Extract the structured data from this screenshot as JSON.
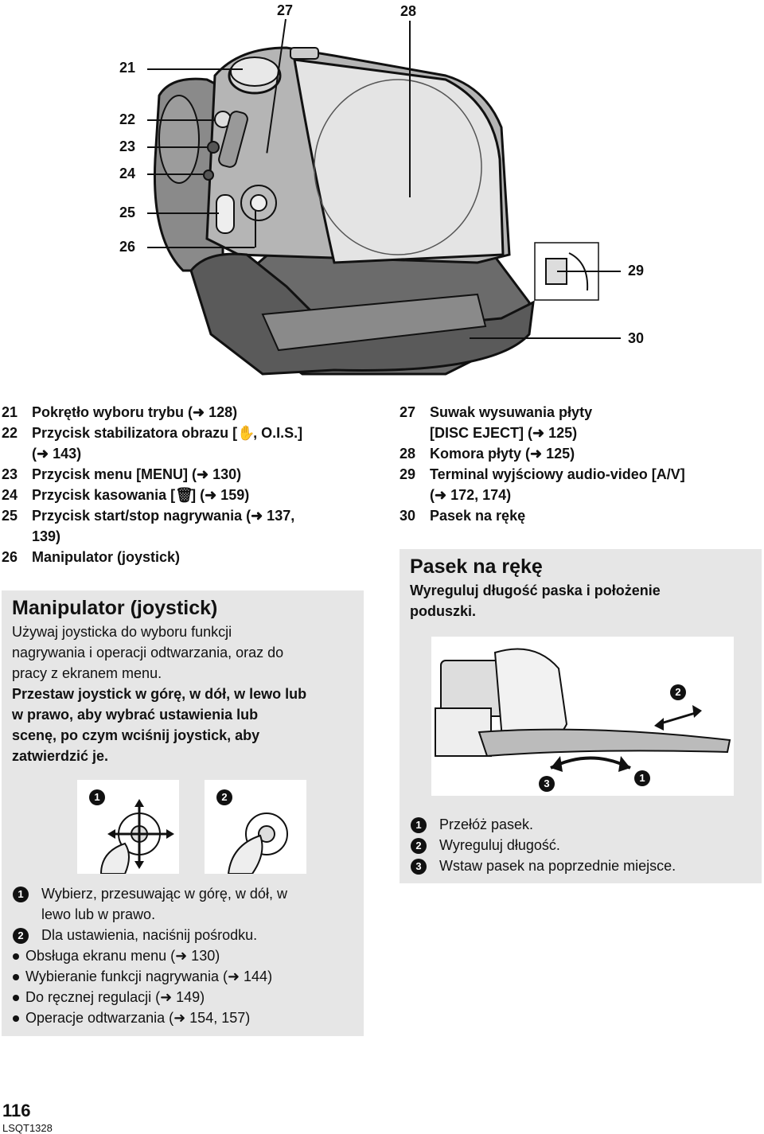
{
  "callouts": {
    "c21": "21",
    "c22": "22",
    "c23": "23",
    "c24": "24",
    "c25": "25",
    "c26": "26",
    "c27": "27",
    "c28": "28",
    "c29": "29",
    "c30": "30"
  },
  "left_list": [
    {
      "num": "21",
      "text": "Pokrętło wyboru trybu (➜ 128)"
    },
    {
      "num": "22",
      "text": "Przycisk stabilizatora obrazu [",
      "text_after": ", O.I.S.]",
      "cont": "(➜ 143)"
    },
    {
      "num": "23",
      "text": "Przycisk menu [MENU] (➜ 130)"
    },
    {
      "num": "24",
      "text": "Przycisk kasowania [",
      "text_after": "] (➜ 159)"
    },
    {
      "num": "25",
      "text": "Przycisk start/stop nagrywania (➜ 137,",
      "cont": "139)"
    },
    {
      "num": "26",
      "text": "Manipulator (joystick)"
    }
  ],
  "right_list": [
    {
      "num": "27",
      "text": "Suwak wysuwania płyty",
      "cont": "[DISC EJECT] (➜ 125)"
    },
    {
      "num": "28",
      "text": "Komora płyty (➜ 125)"
    },
    {
      "num": "29",
      "text": "Terminal wyjściowy audio-video [A/V]",
      "cont": "(➜ 172, 174)"
    },
    {
      "num": "30",
      "text": "Pasek na rękę"
    }
  ],
  "joystick_box": {
    "title": "Manipulator (joystick)",
    "para1": [
      "Używaj joysticka do wyboru funkcji",
      "nagrywania i operacji odtwarzania, oraz do",
      "pracy z ekranem menu."
    ],
    "para2": [
      "Przestaw joystick w górę, w dół, w lewo lub",
      "w prawo, aby wybrać ustawienia lub",
      "scenę, po czym wciśnij joystick, aby",
      "zatwierdzić je."
    ],
    "fig_label_1": "1",
    "fig_label_2": "2",
    "steps": [
      {
        "badge": "1",
        "lines": [
          "Wybierz, przesuwając w górę, w dół, w",
          "lewo lub w prawo."
        ]
      },
      {
        "badge": "2",
        "lines": [
          "Dla ustawienia, naciśnij pośrodku."
        ]
      }
    ],
    "bullets": [
      "Obsługa ekranu menu (➜ 130)",
      "Wybieranie funkcji nagrywania (➜ 144)",
      "Do ręcznej regulacji (➜ 149)",
      "Operacje odtwarzania (➜ 154, 157)"
    ]
  },
  "strap_box": {
    "title": "Pasek na rękę",
    "subtitle": [
      "Wyreguluj długość paska i położenie",
      "poduszki."
    ],
    "fig_label_1": "1",
    "fig_label_2": "2",
    "fig_label_3": "3",
    "steps": [
      {
        "badge": "1",
        "text": "Przełóż pasek."
      },
      {
        "badge": "2",
        "text": "Wyreguluj długość."
      },
      {
        "badge": "3",
        "text": "Wstaw pasek na poprzednie miejsce."
      }
    ]
  },
  "footer": {
    "page_number": "116",
    "code": "LSQT1328"
  }
}
